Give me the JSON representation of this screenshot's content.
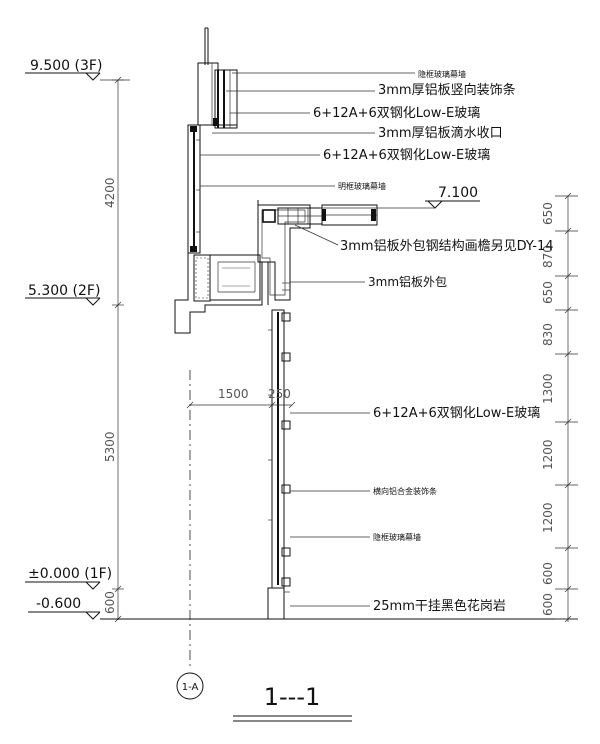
{
  "levels": [
    {
      "id": "l3",
      "text": "9.500 (3F)"
    },
    {
      "id": "l2",
      "text": "5.300 (2F)"
    },
    {
      "id": "l1",
      "text": "±0.000 (1F)"
    },
    {
      "id": "l0",
      "text": "-0.600"
    },
    {
      "id": "l7",
      "text": "7.100"
    }
  ],
  "left_dimensions": [
    "4200",
    "5300",
    "600"
  ],
  "right_dimensions": [
    "650",
    "870",
    "650",
    "830",
    "1300",
    "1200",
    "1200",
    "600",
    "600"
  ],
  "horizontal_dimensions": [
    "1500",
    "250"
  ],
  "annotations": [
    "隐框玻璃幕墙",
    "3mm厚铝板竖向装饰条",
    "6+12A+6双钢化Low-E玻璃",
    "3mm厚铝板滴水收口",
    "6+12A+6双钢化Low-E玻璃",
    "明框玻璃幕墙",
    "3mm铝板外包钢结构画檐另见DY-14",
    "3mm铝板外包",
    "6+12A+6双钢化Low-E玻璃",
    "横向铝合金装饰条",
    "隐框玻璃幕墙",
    "25mm干挂黑色花岗岩"
  ],
  "grid_axis": "1-A",
  "section_title": "1---1"
}
